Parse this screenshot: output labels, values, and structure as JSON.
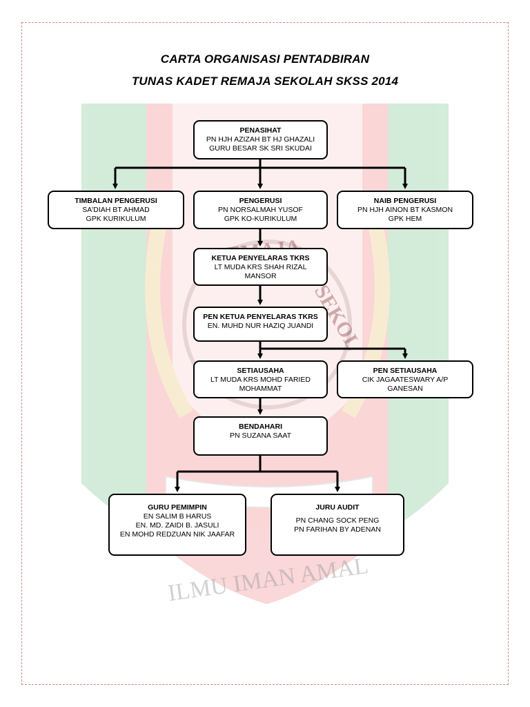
{
  "title_line1": "CARTA ORGANISASI PENTADBIRAN",
  "title_line2": "TUNAS KADET REMAJA SEKOLAH SKSS 2014",
  "watermark": {
    "arc_top_text": "EMAJA",
    "arc_right_text": "SEKOL",
    "motto_text": "ILMU IMAN AMAL",
    "colors": {
      "red": "#e8373d",
      "green": "#27a048",
      "gold": "#d9a520"
    }
  },
  "nodes": {
    "penasihat": {
      "heading": "PENASIHAT",
      "lines": [
        "PN HJH AZIZAH BT HJ GHAZALI",
        "GURU BESAR SK SRI SKUDAI"
      ]
    },
    "timbalan_pengerusi": {
      "heading": "TIMBALAN PENGERUSI",
      "lines": [
        "SA'DIAH BT AHMAD",
        "GPK KURIKULUM"
      ]
    },
    "pengerusi": {
      "heading": "PENGERUSI",
      "lines": [
        "PN NORSALMAH YUSOF",
        "GPK KO-KURIKULUM"
      ]
    },
    "naib_pengerusi": {
      "heading": "NAIB PENGERUSI",
      "lines": [
        "PN HJH AINON BT KASMON",
        "GPK HEM"
      ]
    },
    "ketua_penyelaras": {
      "heading": "KETUA PENYELARAS TKRS",
      "lines": [
        "LT MUDA KRS SHAH RIZAL",
        "MANSOR"
      ]
    },
    "pen_ketua_penyelaras": {
      "heading": "PEN KETUA PENYELARAS TKRS",
      "lines": [
        "EN. MUHD NUR HAZIQ JUANDI"
      ]
    },
    "setiausaha": {
      "heading": "SETIAUSAHA",
      "lines": [
        "LT MUDA KRS MOHD FARIED",
        "MOHAMMAT"
      ]
    },
    "pen_setiausaha": {
      "heading": "PEN SETIAUSAHA",
      "lines": [
        "CIK JAGAATESWARY A/P",
        "GANESAN"
      ]
    },
    "bendahari": {
      "heading": "BENDAHARI",
      "lines": [
        "PN SUZANA SAAT"
      ]
    },
    "guru_pemimpin": {
      "heading": "GURU PEMIMPIN",
      "lines": [
        "EN SALIM B HARUS",
        "EN. MD. ZAIDI  B. JASULI",
        "EN MOHD REDZUAN NIK JAAFAR"
      ]
    },
    "juru_audit": {
      "heading": "JURU AUDIT",
      "lines": [
        "",
        "PN CHANG SOCK PENG",
        "PN FARIHAN BY ADENAN"
      ]
    }
  }
}
